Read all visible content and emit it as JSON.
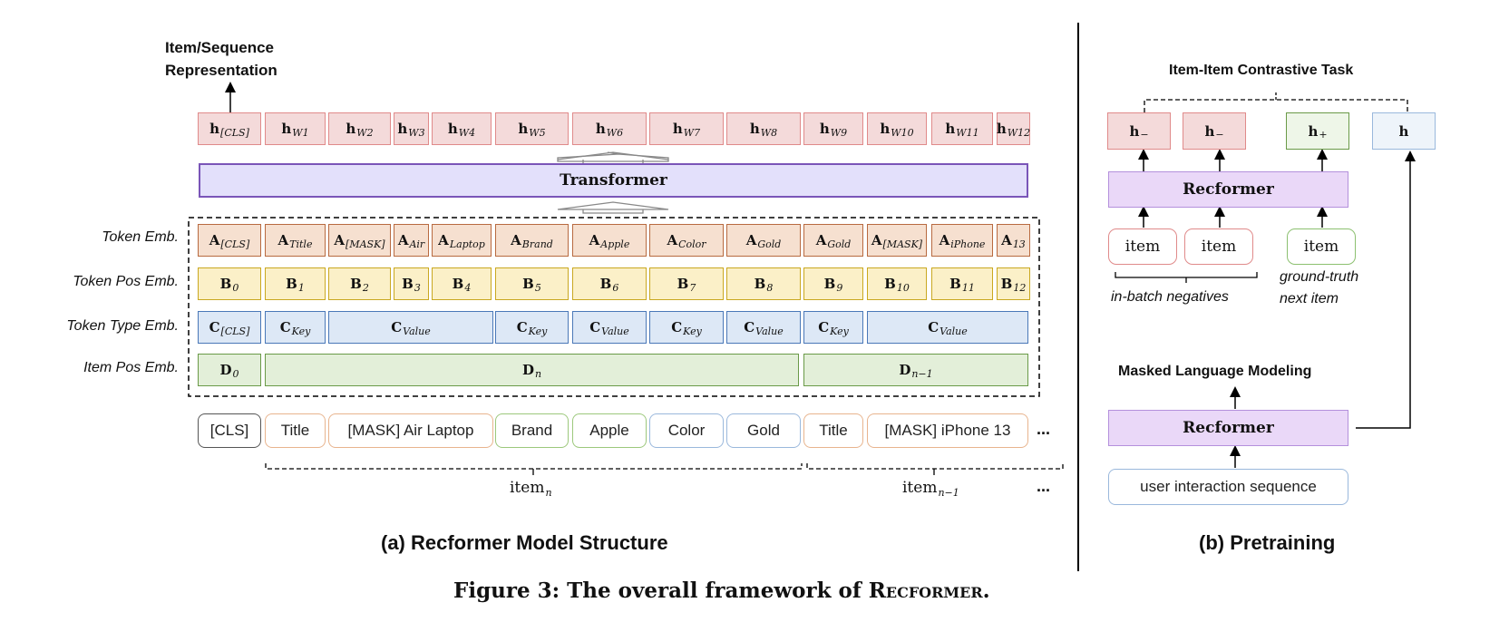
{
  "panel_a": {
    "output_label_line1": "Item/Sequence",
    "output_label_line2": "Representation",
    "transformer_label": "Transformer",
    "row_labels": [
      "Token Emb.",
      "Token Pos Emb.",
      "Token Type Emb.",
      "Item Pos Emb."
    ],
    "h_row": [
      {
        "base": "h",
        "sub": "[CLS]"
      },
      {
        "base": "h",
        "sub": "W1"
      },
      {
        "base": "h",
        "sub": "W2"
      },
      {
        "base": "h",
        "sub": "W3"
      },
      {
        "base": "h",
        "sub": "W4"
      },
      {
        "base": "h",
        "sub": "W5"
      },
      {
        "base": "h",
        "sub": "W6"
      },
      {
        "base": "h",
        "sub": "W7"
      },
      {
        "base": "h",
        "sub": "W8"
      },
      {
        "base": "h",
        "sub": "W9"
      },
      {
        "base": "h",
        "sub": "W10"
      },
      {
        "base": "h",
        "sub": "W11"
      },
      {
        "base": "h",
        "sub": "W12"
      }
    ],
    "a_row": [
      {
        "base": "A",
        "sub": "[CLS]"
      },
      {
        "base": "A",
        "sub": "Title"
      },
      {
        "base": "A",
        "sub": "[MASK]"
      },
      {
        "base": "A",
        "sub": "Air"
      },
      {
        "base": "A",
        "sub": "Laptop"
      },
      {
        "base": "A",
        "sub": "Brand"
      },
      {
        "base": "A",
        "sub": "Apple"
      },
      {
        "base": "A",
        "sub": "Color"
      },
      {
        "base": "A",
        "sub": "Gold"
      },
      {
        "base": "A",
        "sub": "Gold"
      },
      {
        "base": "A",
        "sub": "[MASK]"
      },
      {
        "base": "A",
        "sub": "iPhone"
      },
      {
        "base": "A",
        "sub": "13"
      }
    ],
    "b_row": [
      {
        "base": "B",
        "sub": "0"
      },
      {
        "base": "B",
        "sub": "1"
      },
      {
        "base": "B",
        "sub": "2"
      },
      {
        "base": "B",
        "sub": "3"
      },
      {
        "base": "B",
        "sub": "4"
      },
      {
        "base": "B",
        "sub": "5"
      },
      {
        "base": "B",
        "sub": "6"
      },
      {
        "base": "B",
        "sub": "7"
      },
      {
        "base": "B",
        "sub": "8"
      },
      {
        "base": "B",
        "sub": "9"
      },
      {
        "base": "B",
        "sub": "10"
      },
      {
        "base": "B",
        "sub": "11"
      },
      {
        "base": "B",
        "sub": "12"
      }
    ],
    "c_row": [
      {
        "base": "C",
        "sub": "[CLS]"
      },
      {
        "base": "C",
        "sub": "Key"
      },
      {
        "base": "C",
        "sub": "Value"
      },
      {
        "base": "C",
        "sub": "Key"
      },
      {
        "base": "C",
        "sub": "Value"
      },
      {
        "base": "C",
        "sub": "Key"
      },
      {
        "base": "C",
        "sub": "Value"
      },
      {
        "base": "C",
        "sub": "Key"
      },
      {
        "base": "C",
        "sub": "Value"
      }
    ],
    "d_row": [
      {
        "base": "D",
        "sub": "0"
      },
      {
        "base": "D",
        "sub": "n"
      },
      {
        "base": "D",
        "sub": "n−1"
      }
    ],
    "tokens": [
      "[CLS]",
      "Title",
      "[MASK] Air Laptop",
      "Brand",
      "Apple",
      "Color",
      "Gold",
      "Title",
      "[MASK] iPhone 13"
    ],
    "ellipsis": "...",
    "item_n": {
      "base": "item",
      "sub": "n"
    },
    "item_n1": {
      "base": "item",
      "sub": "n−1"
    },
    "caption": "(a) Recformer Model Structure"
  },
  "panel_b": {
    "contrastive_label": "Item-Item Contrastive Task",
    "h_neg": {
      "base": "h",
      "sub": "−"
    },
    "h_pos": {
      "base": "h",
      "sub": "+"
    },
    "h_plain": "h",
    "recformer_label": "Recformer",
    "item_label": "item",
    "in_batch_label": "in-batch negatives",
    "ground_truth_line1": "ground-truth",
    "ground_truth_line2": "next item",
    "mlm_label": "Masked Language Modeling",
    "sequence_label": "user interaction sequence",
    "caption": "(b) Pretraining"
  },
  "figure_caption": {
    "prefix": "Figure 3: The overall framework of ",
    "name": "Recformer",
    "suffix": "."
  },
  "colors": {
    "h_fill": "#f4dada",
    "a_fill": "#f6e0d0",
    "b_fill": "#fbf0c8",
    "c_fill": "#dde8f6",
    "d_fill": "#e3efd9",
    "transformer_fill": "#e3e0fb",
    "recformer_fill": "#ead8f8"
  }
}
